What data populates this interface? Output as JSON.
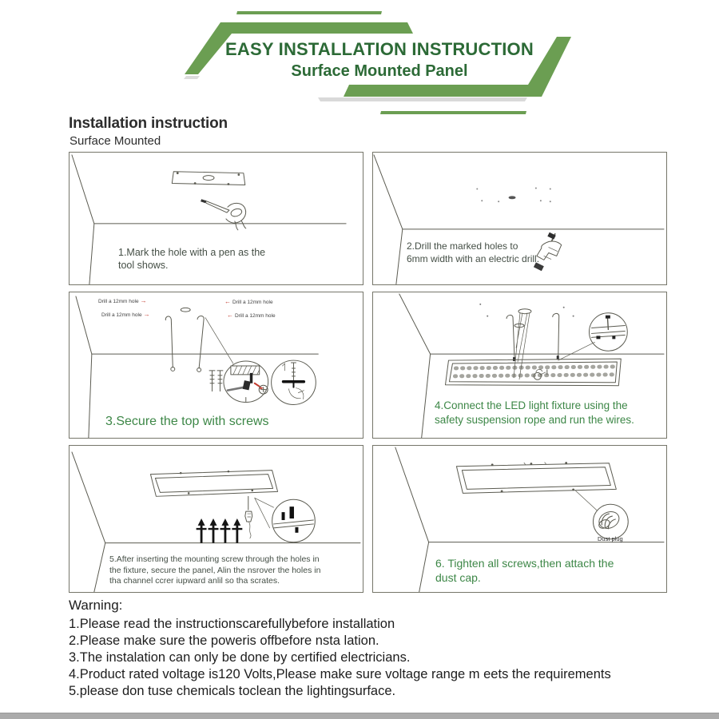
{
  "header": {
    "title": "EASY INSTALLATION INSTRUCTION",
    "subtitle": "Surface Mounted Panel",
    "accent_color": "#6b9e52",
    "title_color": "#2c6a36"
  },
  "section": {
    "title": "Installation instruction",
    "subtitle": "Surface Mounted"
  },
  "steps": [
    {
      "caption": "1.Mark the hole with a pen as the\ntool shows."
    },
    {
      "caption": "2.Drill the marked holes to\n6mm width with an electric drill."
    },
    {
      "caption": "3.Secure the top with screws"
    },
    {
      "caption": "4.Connect the LED light fixture using the\nsafety suspension rope and run the wires."
    },
    {
      "caption": "5.After inserting the mounting screw through the holes in\nthe fixture, secure the panel, Alin the nsrover the holes in\ntha channel ccrer iupward anlil so tha scrates."
    },
    {
      "caption": "6. Tighten all screws,then attach the\ndust cap."
    }
  ],
  "step3": {
    "drill_hole_label": "Drill a 12mm hole",
    "arrow_right": "→",
    "arrow_left": "←"
  },
  "step6": {
    "inset_label": "Dust plug"
  },
  "warning": {
    "title": "Warning:",
    "items": [
      "1.Please read the instructionscarefullybefore installation",
      "2.Please make sure the poweris offbefore nsta lation.",
      "3.The instalation can only be done by certified electricians.",
      "4.Product rated voltage is120 Volts,Please make sure voltage range m eets the requirements",
      "5.please don tuse chemicals toclean the lightingsurface."
    ]
  },
  "colors": {
    "caption_green": "#3d8747",
    "caption_dark": "#454f46",
    "label_red": "#c23a2e"
  }
}
